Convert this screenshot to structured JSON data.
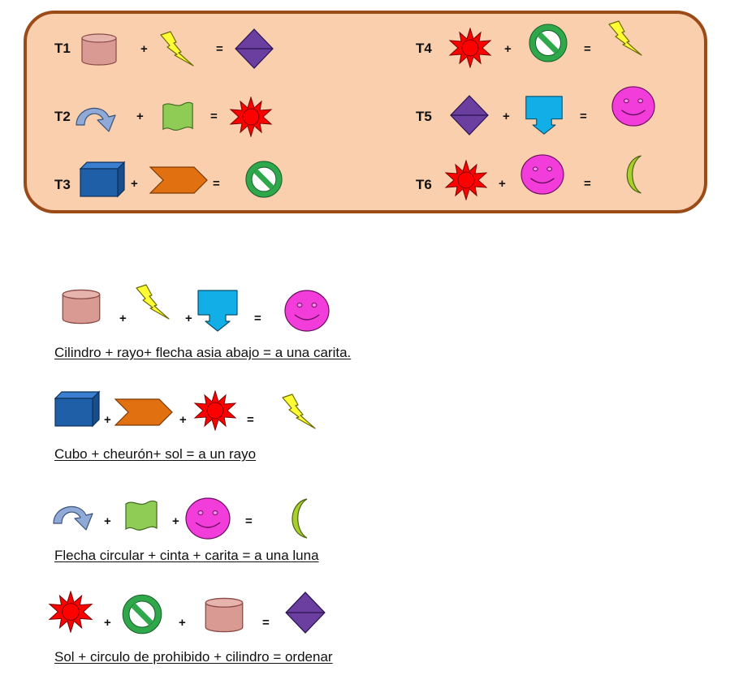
{
  "colors": {
    "panel_fill": "#f9cfae",
    "panel_border": "#9a4b17",
    "cylinder": "#d99a94",
    "lightning": "#ffff33",
    "diamond": "#6b3fa0",
    "sun": "#ff0000",
    "prohibited": "#2ea84a",
    "circular_arrow": "#8faad6",
    "ribbon": "#8fcc56",
    "cube": "#1f5fa8",
    "chevron": "#e07010",
    "down_arrow": "#12aee8",
    "smiley": "#f23ddb",
    "moon": "#a8d02a"
  },
  "rules": [
    {
      "label": "T1",
      "a": "cylinder-icon",
      "b": "lightning-icon",
      "result": "diamond-icon",
      "plus": "+",
      "equals": "="
    },
    {
      "label": "T2",
      "a": "circular-arrow-icon",
      "b": "ribbon-icon",
      "result": "sun-icon",
      "plus": "+",
      "equals": "="
    },
    {
      "label": "T3",
      "a": "cube-icon",
      "b": "chevron-icon",
      "result": "prohibited-icon",
      "plus": "+",
      "equals": "="
    },
    {
      "label": "T4",
      "a": "sun-icon",
      "b": "prohibited-icon",
      "result": "lightning-icon",
      "plus": "+",
      "equals": "="
    },
    {
      "label": "T5",
      "a": "diamond-icon",
      "b": "down-arrow-icon",
      "result": "smiley-icon",
      "plus": "+",
      "equals": "="
    },
    {
      "label": "T6",
      "a": "sun-icon",
      "b": "smiley-icon",
      "result": "moon-icon",
      "plus": "+",
      "equals": "="
    }
  ],
  "exercises": [
    {
      "items": [
        "cylinder-icon",
        "lightning-icon",
        "down-arrow-icon"
      ],
      "result": "smiley-icon",
      "plus": "+",
      "equals": "=",
      "caption": "Cilindro + rayo+ flecha asia abajo = a una carita."
    },
    {
      "items": [
        "cube-icon",
        "chevron-icon",
        "sun-icon"
      ],
      "result": "lightning-icon",
      "plus": "+",
      "equals": "=",
      "caption": "Cubo + cheurón+ sol = a un rayo"
    },
    {
      "items": [
        "circular-arrow-icon",
        "ribbon-icon",
        "smiley-icon"
      ],
      "result": "moon-icon",
      "plus": "+",
      "equals": "=",
      "caption": "Flecha circular + cinta + carita = a una luna"
    },
    {
      "items": [
        "sun-icon",
        "prohibited-icon",
        "cylinder-icon"
      ],
      "result": "diamond-icon",
      "plus": "+",
      "equals": "=",
      "caption": "Sol + circulo de prohibido + cilindro = ordenar"
    }
  ]
}
